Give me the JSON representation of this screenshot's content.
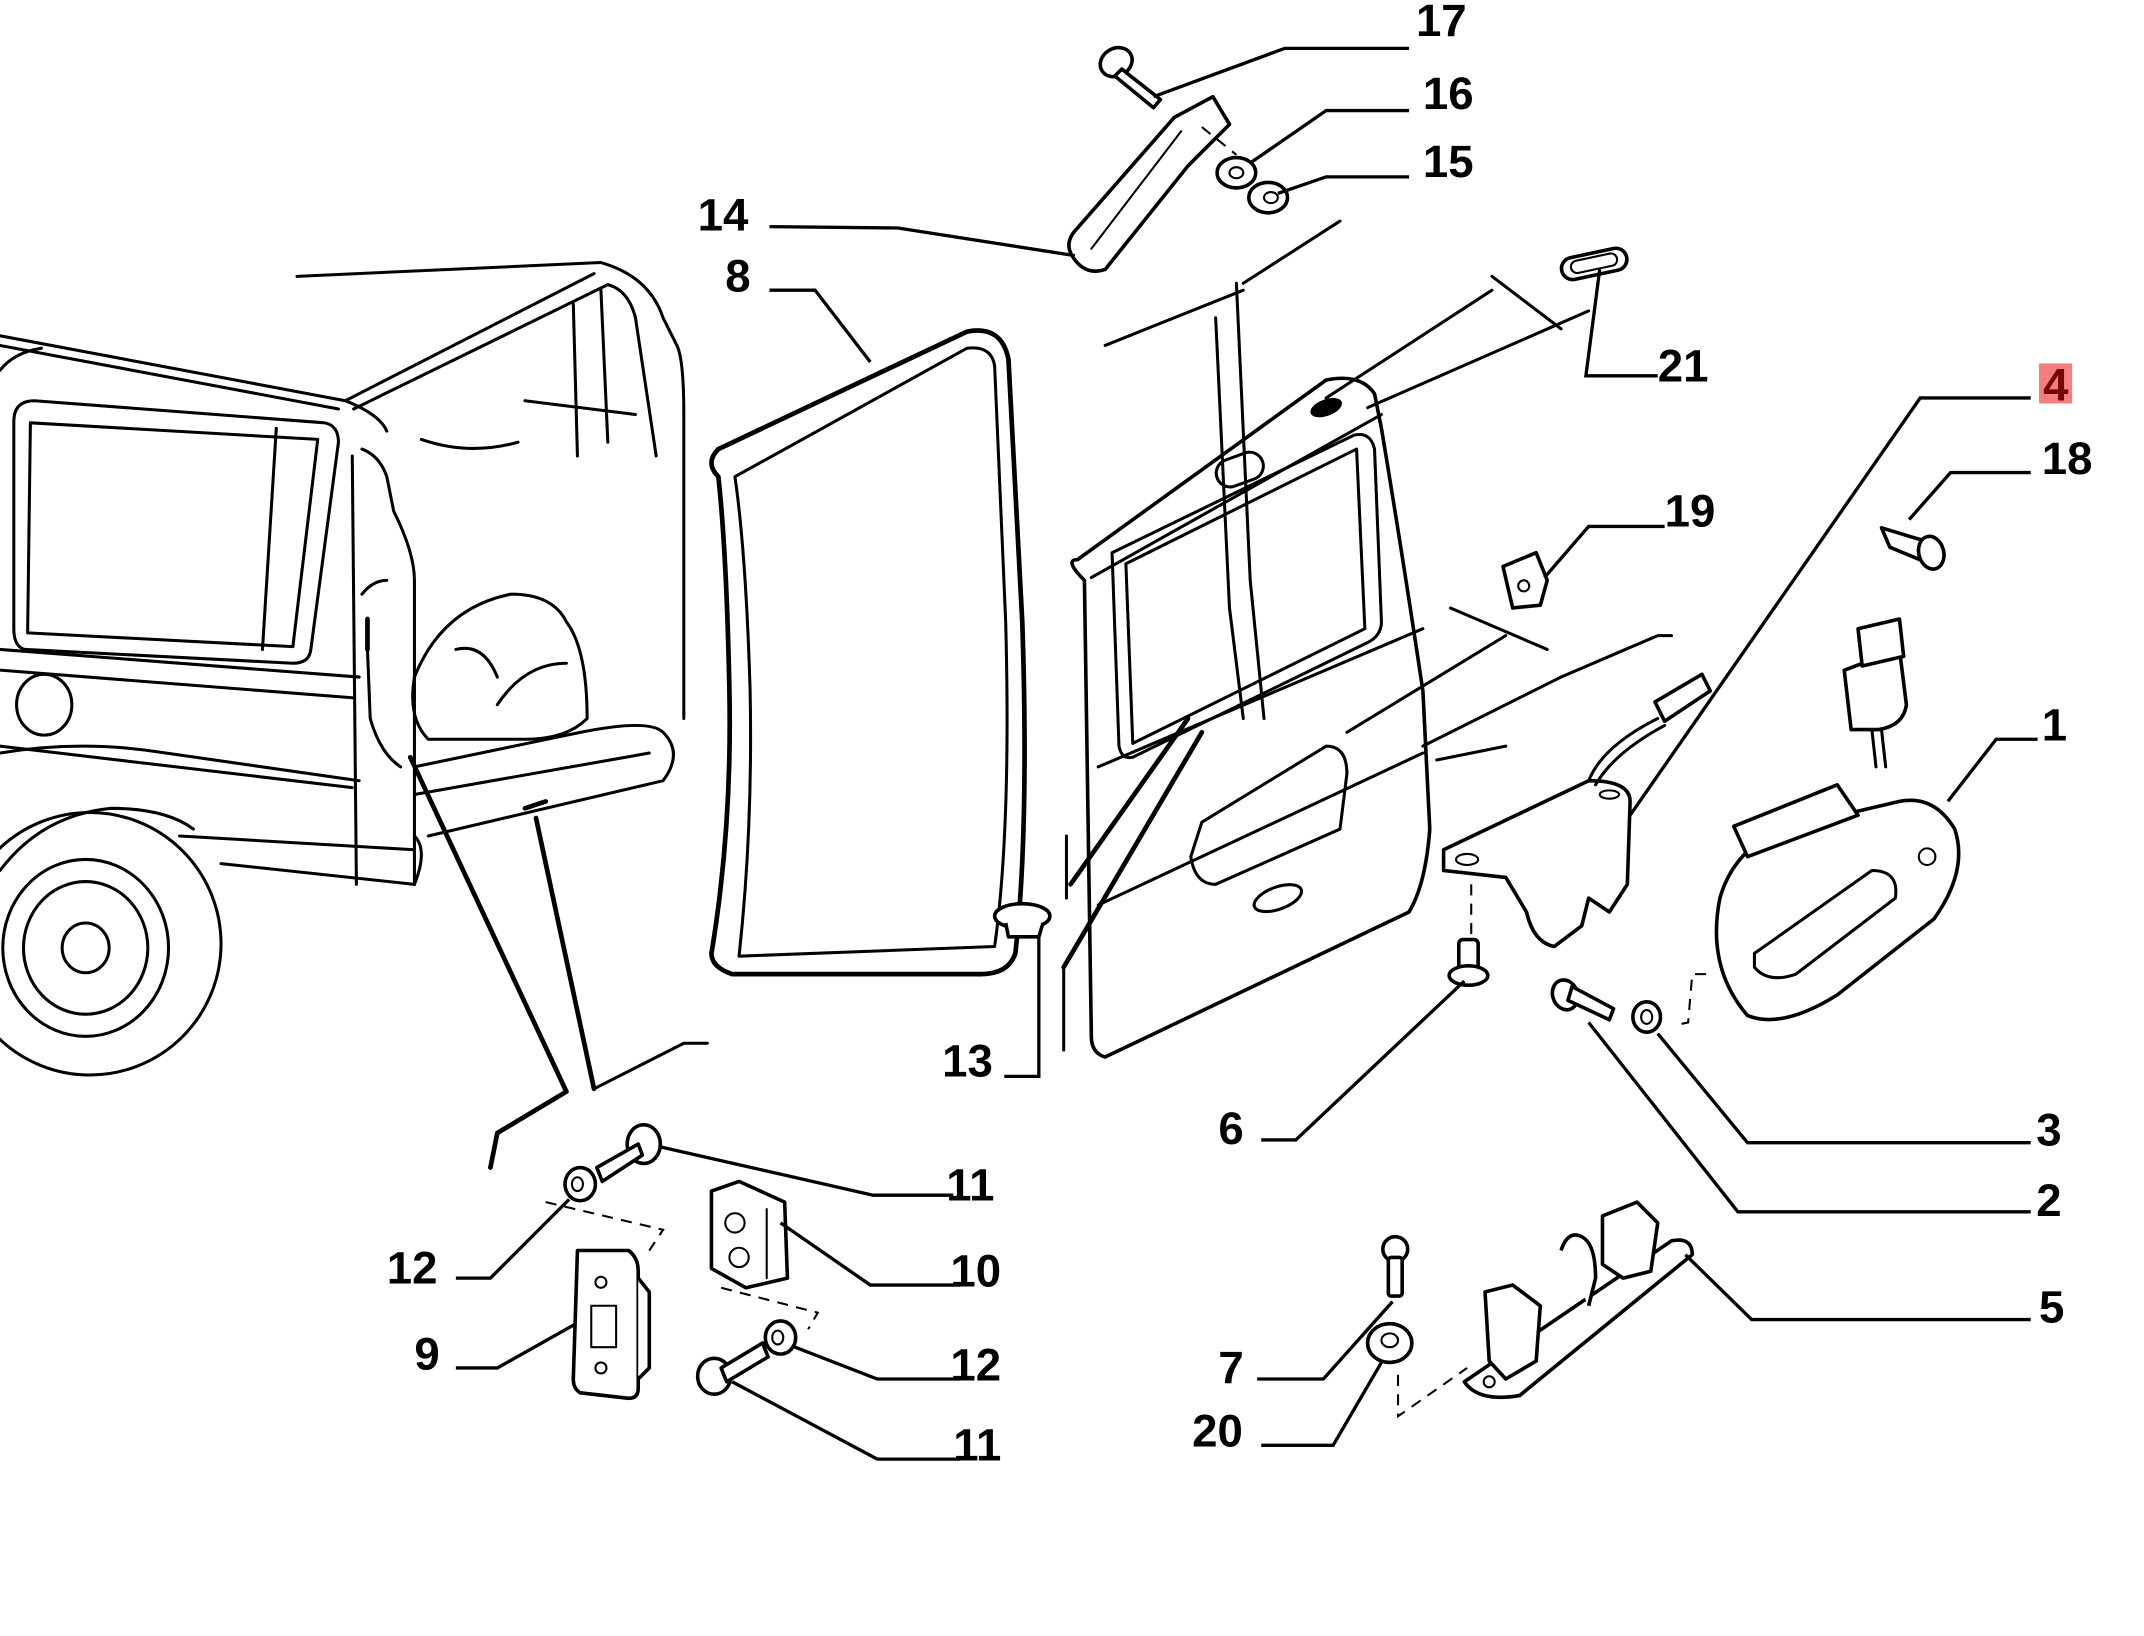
{
  "diagram": {
    "type": "exploded parts diagram",
    "subject": "rear tailgate / door assembly with latch, handle and hardware",
    "highlight_color": "#f08080",
    "highlighted_label": "4",
    "labels": [
      {
        "id": "17",
        "text": "17",
        "part": "bolt"
      },
      {
        "id": "16",
        "text": "16",
        "part": "washer"
      },
      {
        "id": "15",
        "text": "15",
        "part": "nut"
      },
      {
        "id": "14",
        "text": "14",
        "part": "door stay / check strap"
      },
      {
        "id": "8",
        "text": "8",
        "part": "door seal"
      },
      {
        "id": "21",
        "text": "21",
        "part": "grommet / plug"
      },
      {
        "id": "4",
        "text": "4",
        "part": "door lock with wiring",
        "highlighted": true
      },
      {
        "id": "18",
        "text": "18",
        "part": "self-tapping screw"
      },
      {
        "id": "19",
        "text": "19",
        "part": "clip nut"
      },
      {
        "id": "1",
        "text": "1",
        "part": "exterior door handle with connector"
      },
      {
        "id": "13",
        "text": "13",
        "part": "plug / cap"
      },
      {
        "id": "6",
        "text": "6",
        "part": "flange bolt"
      },
      {
        "id": "3",
        "text": "3",
        "part": "washer"
      },
      {
        "id": "2",
        "text": "2",
        "part": "screw"
      },
      {
        "id": "11a",
        "text": "11",
        "part": "bolt"
      },
      {
        "id": "12a",
        "text": "12",
        "part": "washer"
      },
      {
        "id": "10",
        "text": "10",
        "part": "door stop block"
      },
      {
        "id": "5",
        "text": "5",
        "part": "striker plate"
      },
      {
        "id": "9",
        "text": "9",
        "part": "striker"
      },
      {
        "id": "12b",
        "text": "12",
        "part": "washer"
      },
      {
        "id": "7",
        "text": "7",
        "part": "screw"
      },
      {
        "id": "11b",
        "text": "11",
        "part": "bolt"
      },
      {
        "id": "20",
        "text": "20",
        "part": "washer"
      }
    ]
  }
}
